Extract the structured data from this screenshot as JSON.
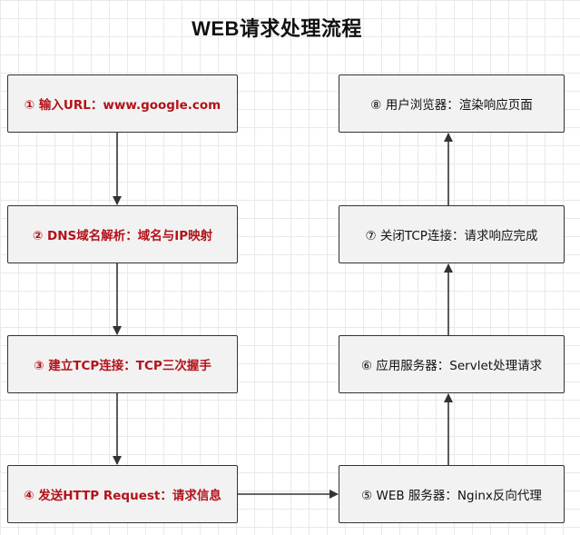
{
  "title": "WEB请求处理流程",
  "steps": [
    {
      "label": "① 输入URL：www.google.com"
    },
    {
      "label": "② DNS域名解析：域名与IP映射"
    },
    {
      "label": "③ 建立TCP连接：TCP三次握手"
    },
    {
      "label": "④ 发送HTTP Request：请求信息"
    },
    {
      "label": "⑤ WEB 服务器：Nginx反向代理"
    },
    {
      "label": "⑥ 应用服务器：Servlet处理请求"
    },
    {
      "label": "⑦ 关闭TCP连接：请求响应完成"
    },
    {
      "label": "⑧ 用户浏览器：渲染响应页面"
    }
  ],
  "colors": {
    "left_text": "#b3121a",
    "right_text": "#111111",
    "node_fill": "#f2f2f2",
    "node_border": "#333333",
    "edge": "#333333",
    "grid": "#e9e9e9"
  }
}
